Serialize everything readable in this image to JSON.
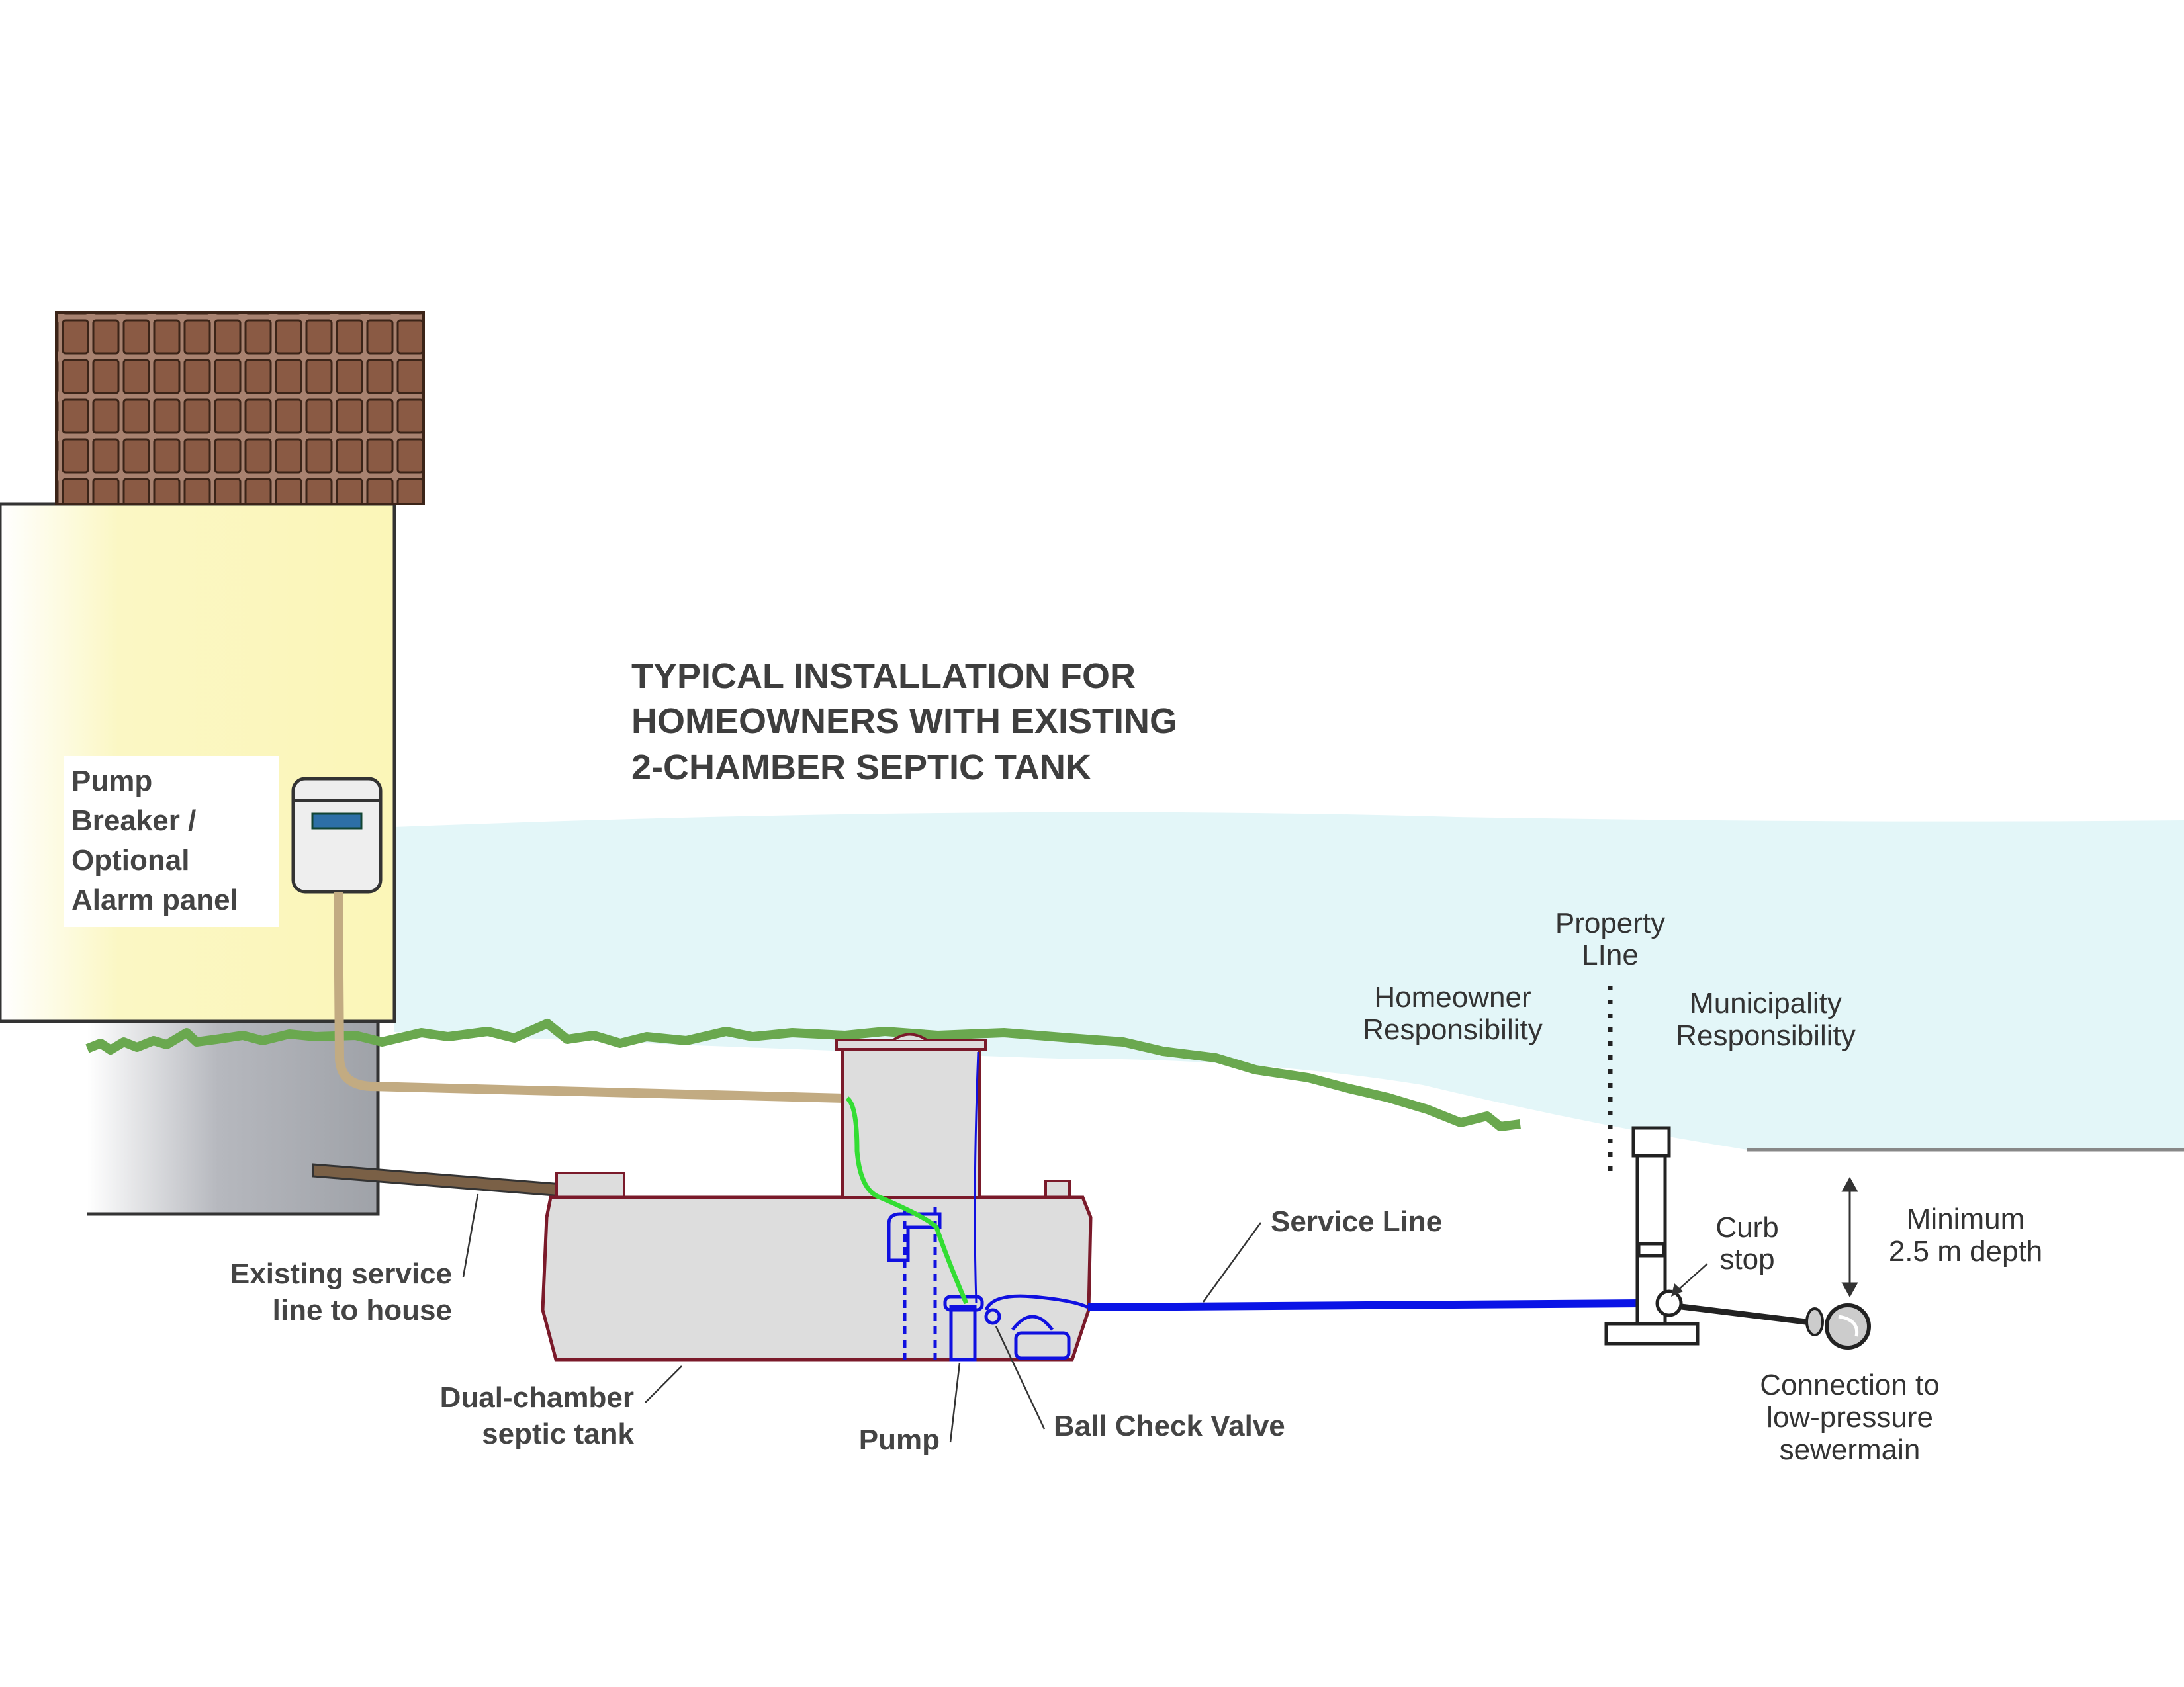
{
  "title": {
    "line1": "TYPICAL INSTALLATION FOR",
    "line2": "HOMEOWNERS WITH EXISTING",
    "line3": "2-CHAMBER SEPTIC TANK"
  },
  "labels": {
    "panel": [
      "Pump",
      "Breaker /",
      "Optional",
      "Alarm panel"
    ],
    "existing_service": [
      "Existing service",
      "line to house"
    ],
    "dual_chamber": [
      "Dual-chamber",
      "septic tank"
    ],
    "pump": "Pump",
    "ball_check_valve": "Ball Check Valve",
    "service_line": "Service Line",
    "property_line": [
      "Property",
      "LIne"
    ],
    "homeowner": [
      "Homeowner",
      "Responsibility"
    ],
    "municipality": [
      "Municipality",
      "Responsibility"
    ],
    "curb_stop": [
      "Curb",
      "stop"
    ],
    "min_depth": [
      "Minimum",
      "2.5 m depth"
    ],
    "connection": [
      "Connection to",
      "low-pressure",
      "sewermain"
    ]
  },
  "colors": {
    "sky": "#e3f6f8",
    "wall": "#fbf7c4",
    "roof": "#8a5a44",
    "grass": "#6aa84f",
    "tank": "#dddddd",
    "tank_outline": "#7a1a2a",
    "service_line": "#0a14e6",
    "wire": "#33dd33",
    "cable": "#c2ab82"
  }
}
